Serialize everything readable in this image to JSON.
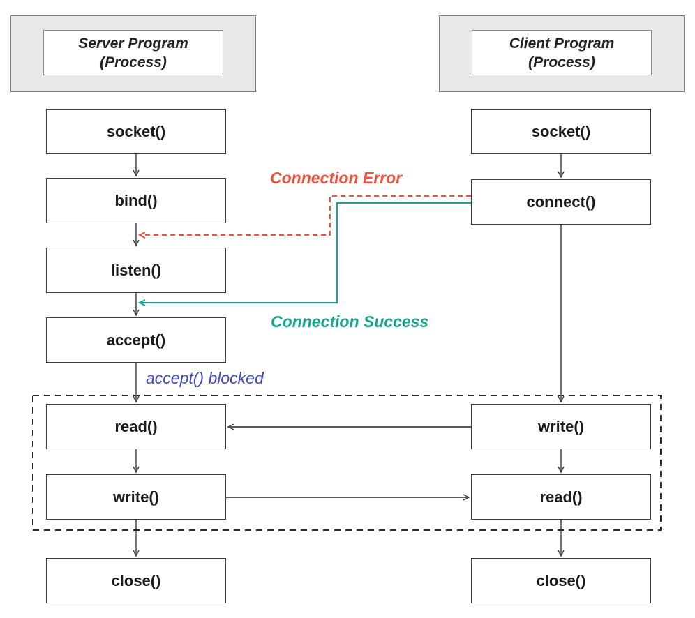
{
  "server": {
    "header_line1": "Server Program",
    "header_line2": "(Process)",
    "nodes": [
      "socket()",
      "bind()",
      "listen()",
      "accept()",
      "read()",
      "write()",
      "close()"
    ]
  },
  "client": {
    "header_line1": "Client Program",
    "header_line2": "(Process)",
    "nodes": [
      "socket()",
      "connect()",
      "write()",
      "read()",
      "close()"
    ]
  },
  "labels": {
    "connection_error": "Connection Error",
    "connection_success": "Connection Success",
    "accept_blocked": "accept() blocked"
  },
  "colors": {
    "error": "#f0503c",
    "success": "#17a68c",
    "blocked": "#4149b5",
    "line": "#444444",
    "box_border": "#3d3d3d",
    "header_bg": "#e9e9e9"
  },
  "edges": [
    {
      "from": "server.socket",
      "to": "server.bind"
    },
    {
      "from": "server.bind",
      "to": "server.listen"
    },
    {
      "from": "server.listen",
      "to": "server.accept"
    },
    {
      "from": "server.accept",
      "to": "server.read",
      "label": "accept() blocked"
    },
    {
      "from": "server.read",
      "to": "server.write"
    },
    {
      "from": "server.write",
      "to": "server.close"
    },
    {
      "from": "client.socket",
      "to": "client.connect"
    },
    {
      "from": "client.connect",
      "to": "client.write"
    },
    {
      "from": "client.write",
      "to": "client.read"
    },
    {
      "from": "client.read",
      "to": "client.close"
    },
    {
      "from": "client.write",
      "to": "server.read"
    },
    {
      "from": "server.write",
      "to": "client.read"
    },
    {
      "from": "client.connect",
      "to": "server.bind-listen-arrow",
      "label": "Connection Error",
      "style": "dashed-red"
    },
    {
      "from": "client.connect",
      "to": "server.listen-accept-arrow",
      "label": "Connection Success",
      "style": "solid-teal"
    }
  ]
}
